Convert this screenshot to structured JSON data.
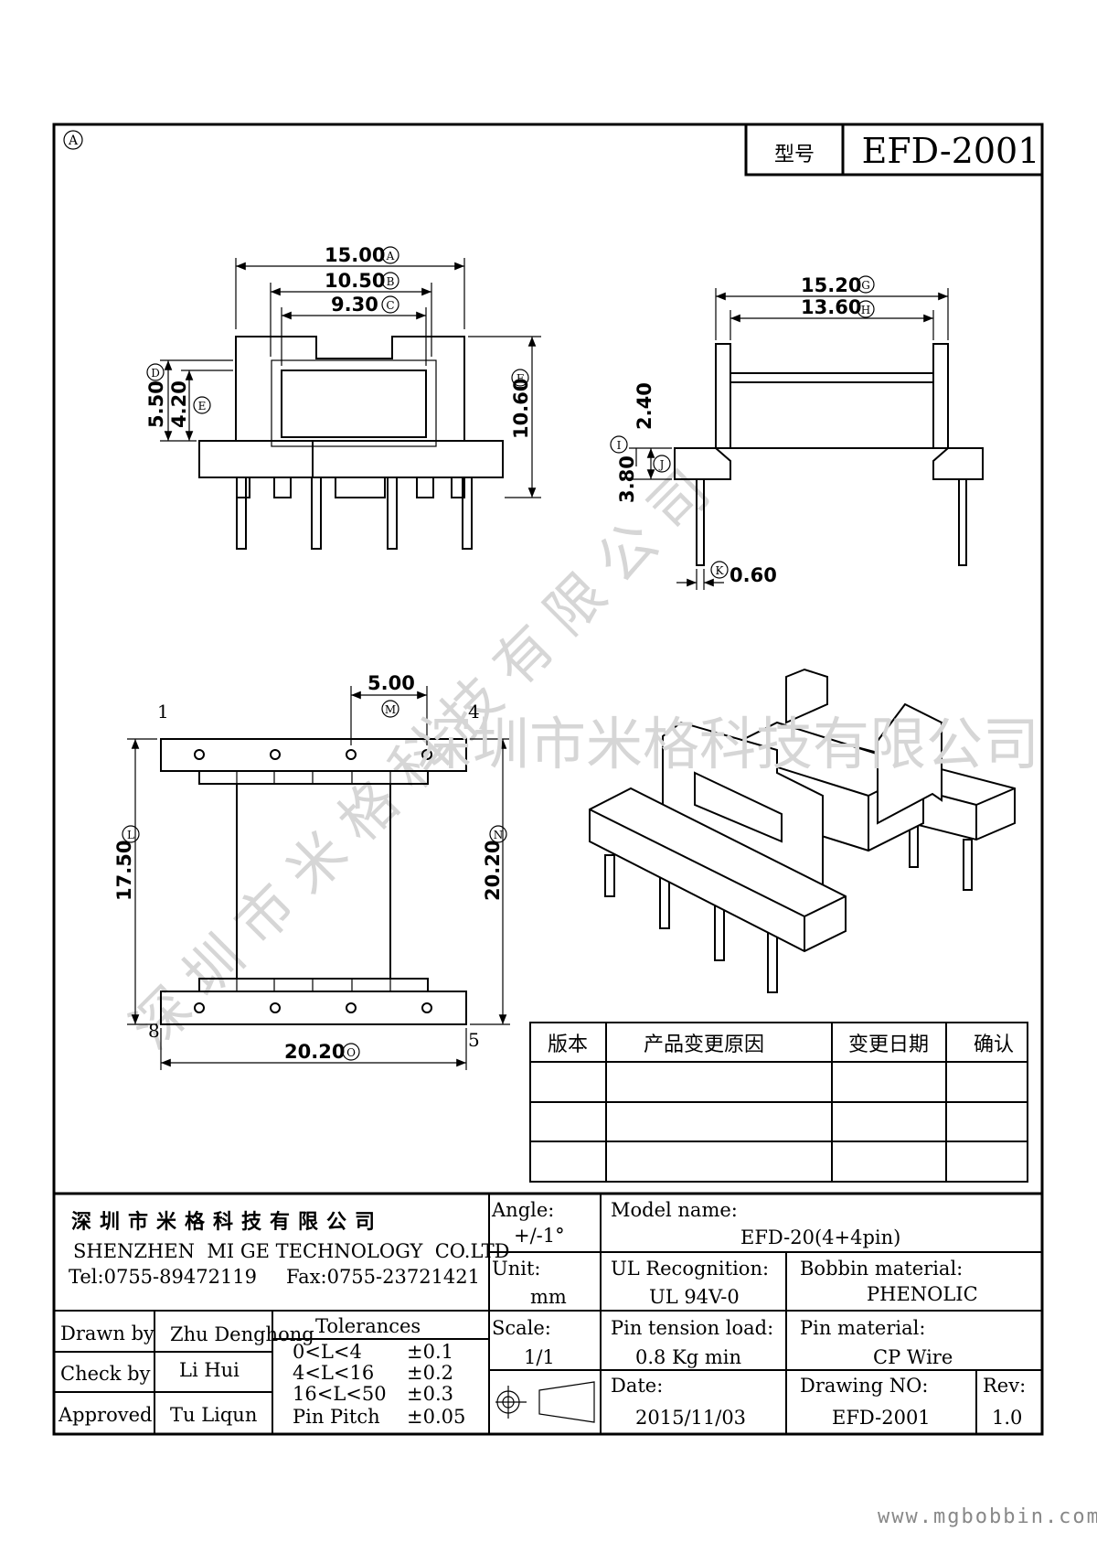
{
  "header": {
    "revision_mark": "A",
    "model_label": "型号",
    "model_value": "EFD-2001"
  },
  "dimensions": {
    "front_width_a": "15.00",
    "front_width_b": "10.50",
    "front_width_c": "9.30",
    "height_d": "5.50",
    "height_e": "4.20",
    "height_f": "10.60",
    "side_width_g": "15.20",
    "side_width_h": "13.60",
    "side_height_i": "3.80",
    "side_height_j": "2.40",
    "pin_k": "0.60",
    "pitch_m": "5.00",
    "length_l": "17.50",
    "length_n": "20.20",
    "width_o": "20.20",
    "letters": {
      "a": "A",
      "b": "B",
      "c": "C",
      "d": "D",
      "e": "E",
      "f": "F",
      "g": "G",
      "h": "H",
      "i": "I",
      "j": "J",
      "k": "K",
      "l": "L",
      "m": "M",
      "n": "N",
      "o": "O"
    }
  },
  "pins": {
    "p1": "1",
    "p4": "4",
    "p5": "5",
    "p8": "8"
  },
  "watermark": {
    "diagonal": "深圳市米格科技有限公司",
    "overlay": "深圳市米格科技有限公司",
    "website": "www.mgbobbin.com"
  },
  "revision_table": {
    "headers": [
      "版本",
      "产品变更原因",
      "变更日期",
      "确认"
    ],
    "rows": [
      [
        "",
        "",
        "",
        ""
      ],
      [
        "",
        "",
        "",
        ""
      ],
      [
        "",
        "",
        "",
        ""
      ]
    ]
  },
  "company": {
    "name_cn": "深圳市米格科技有限公司",
    "name_en": "SHENZHEN  MI GE TECHNOLOGY  CO.LTD",
    "tel": "Tel:0755-89472119",
    "fax": "Fax:0755-23721421"
  },
  "title_block": {
    "angle_label": "Angle:",
    "angle_value": "+/-1°",
    "unit_label": "Unit:",
    "unit_value": "mm",
    "scale_label": "Scale:",
    "scale_value": "1/1",
    "model_name_label": "Model name:",
    "model_name_value": "EFD-20(4+4pin)",
    "ul_label": "UL Recognition:",
    "ul_value": "UL 94V-0",
    "bobbin_label": "Bobbin material:",
    "bobbin_value": "PHENOLIC",
    "pin_tension_label": "Pin tension load:",
    "pin_tension_value": "0.8 Kg min",
    "pin_material_label": "Pin material:",
    "pin_material_value": "CP Wire",
    "date_label": "Date:",
    "date_value": "2015/11/03",
    "drawing_no_label": "Drawing NO:",
    "drawing_no_value": "EFD-2001",
    "rev_label": "Rev:",
    "rev_value": "1.0",
    "drawn_by_label": "Drawn by",
    "drawn_by_value": "Zhu Denghong",
    "check_by_label": "Check by",
    "check_by_value": "Li Hui",
    "approved_label": "Approved",
    "approved_value": "Tu Liqun",
    "tolerances_title": "Tolerances",
    "tolerances": [
      {
        "range": "0<L<4",
        "value": "±0.1"
      },
      {
        "range": "4<L<16",
        "value": "±0.2"
      },
      {
        "range": "16<L<50",
        "value": "±0.3"
      },
      {
        "range": "Pin Pitch",
        "value": "±0.05"
      }
    ]
  }
}
